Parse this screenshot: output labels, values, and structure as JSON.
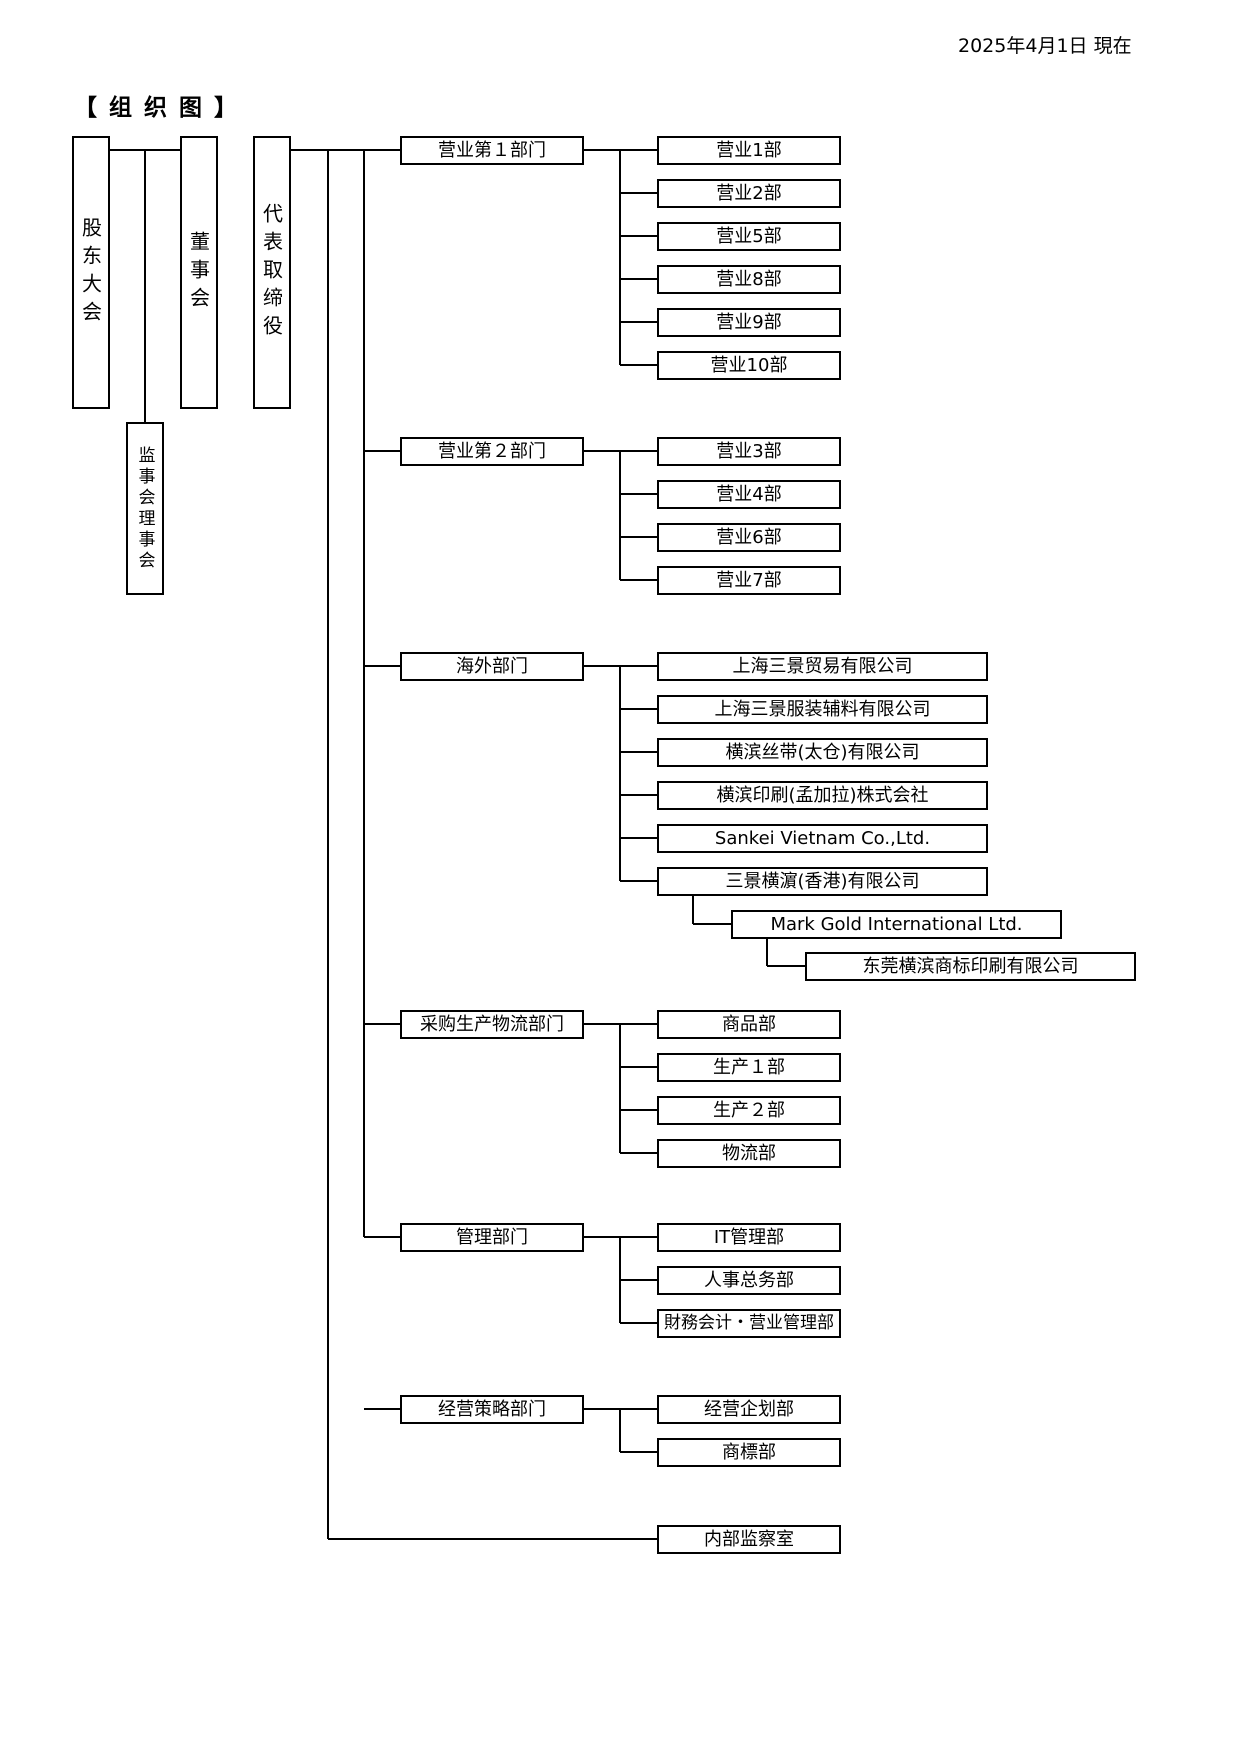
{
  "header": {
    "date": "2025年4月1日 現在",
    "title": "【 组 织 图 】"
  },
  "top": {
    "shareholders": "股东大会",
    "board": "董事会",
    "auditors": "监事会理事会",
    "ceo": "代表取缔役"
  },
  "divisions": {
    "sales1": {
      "name": "营业第１部门",
      "units": [
        "营业1部",
        "营业2部",
        "营业5部",
        "营业8部",
        "营业9部",
        "营业10部"
      ]
    },
    "sales2": {
      "name": "营业第２部门",
      "units": [
        "营业3部",
        "营业4部",
        "营业6部",
        "营业7部"
      ]
    },
    "overseas": {
      "name": "海外部门",
      "units": [
        "上海三景贸易有限公司",
        "上海三景服装辅料有限公司",
        "横滨丝带(太仓)有限公司",
        "横滨印刷(孟加拉)株式会社",
        "Sankei Vietnam Co.,Ltd.",
        "三景横濵(香港)有限公司"
      ],
      "sub1": "Mark Gold International Ltd.",
      "sub2": "东莞横滨商标印刷有限公司"
    },
    "procurement": {
      "name": "采购生产物流部门",
      "units": [
        "商品部",
        "生产１部",
        "生产２部",
        "物流部"
      ]
    },
    "management": {
      "name": "管理部门",
      "units": [
        "IT管理部",
        "人事总务部",
        "財務会计・营业管理部"
      ]
    },
    "strategy": {
      "name": "经营策略部门",
      "units": [
        "经营企划部",
        "商標部"
      ]
    },
    "audit": "内部监察室"
  }
}
